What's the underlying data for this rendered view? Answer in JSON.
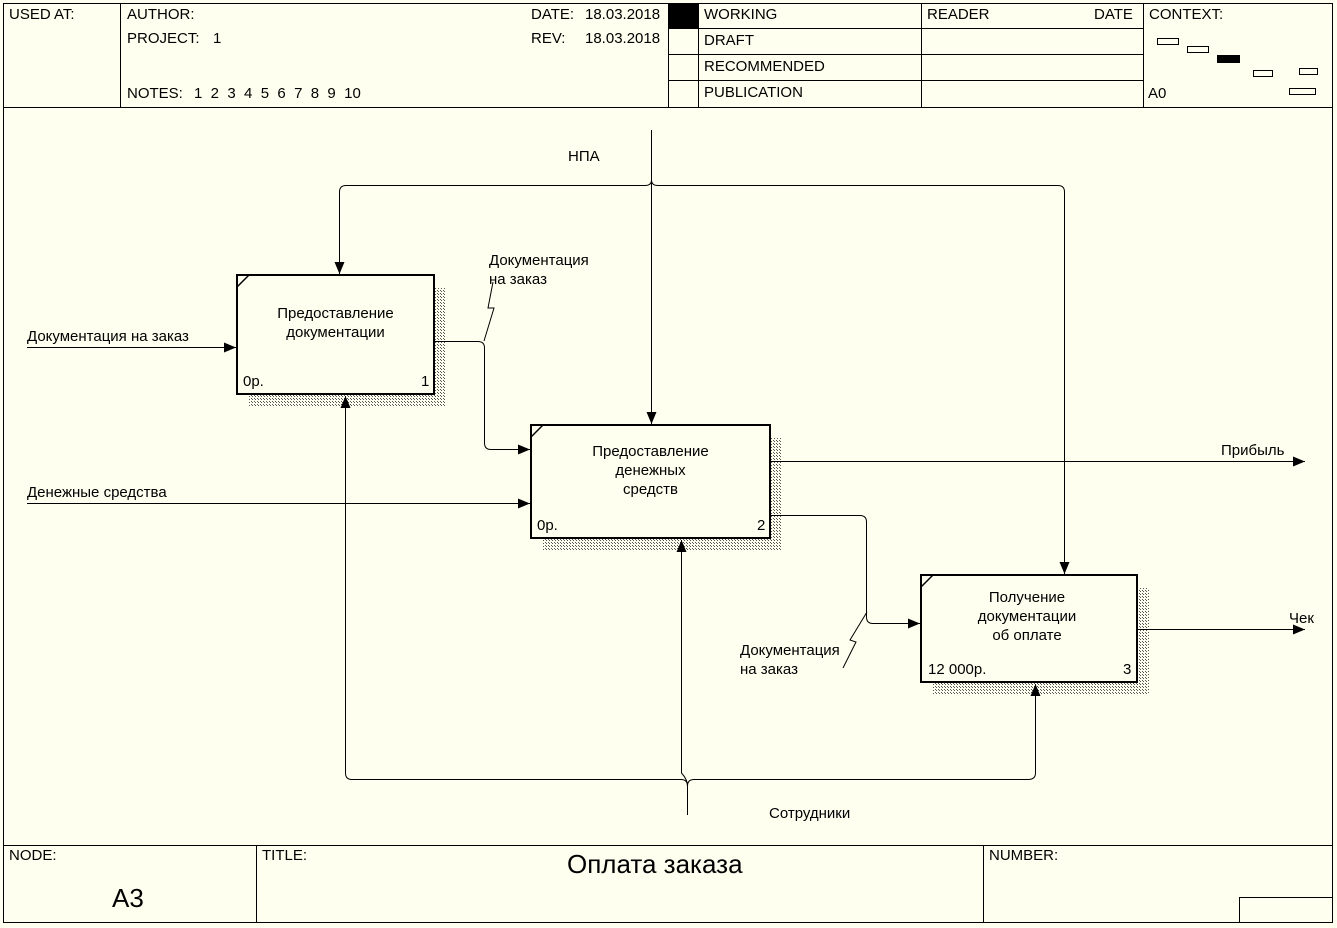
{
  "header": {
    "used_at_label": "USED AT:",
    "author_label": "AUTHOR:",
    "project_label": "PROJECT:",
    "project_value": "1",
    "notes_label": "NOTES:",
    "notes_value": "1  2  3  4  5  6  7  8  9  10",
    "date_label": "DATE:",
    "date_value": "18.03.2018",
    "rev_label": "REV:",
    "rev_value": "18.03.2018",
    "status": [
      "WORKING",
      "DRAFT",
      "RECOMMENDED",
      "PUBLICATION"
    ],
    "reader_label": "READER",
    "reader_date_label": "DATE",
    "context_label": "CONTEXT:",
    "context_value": "A0"
  },
  "diagram": {
    "boxes": [
      {
        "title": "Предоставление\nдокументации",
        "cost": "0р.",
        "number": "1"
      },
      {
        "title": "Предоставление\nденежных\nсредств",
        "cost": "0р.",
        "number": "2"
      },
      {
        "title": "Получение\nдокументации\nоб оплате",
        "cost": "12 000р.",
        "number": "3"
      }
    ],
    "arrows": {
      "control_npa": "НПА",
      "input_docs": "Документация на заказ",
      "input_money": "Денежные средства",
      "docs_1_2": "Документация\nна заказ",
      "docs_2_3": "Документация\nна заказ",
      "output_profit": "Прибыль",
      "output_check": "Чек",
      "mechanism_staff": "Сотрудники"
    }
  },
  "footer": {
    "node_label": "NODE:",
    "node_value": "А3",
    "title_label": "TITLE:",
    "title_value": "Оплата заказа",
    "number_label": "NUMBER:"
  },
  "colors": {
    "background": "#fffff0",
    "line": "#000000"
  }
}
